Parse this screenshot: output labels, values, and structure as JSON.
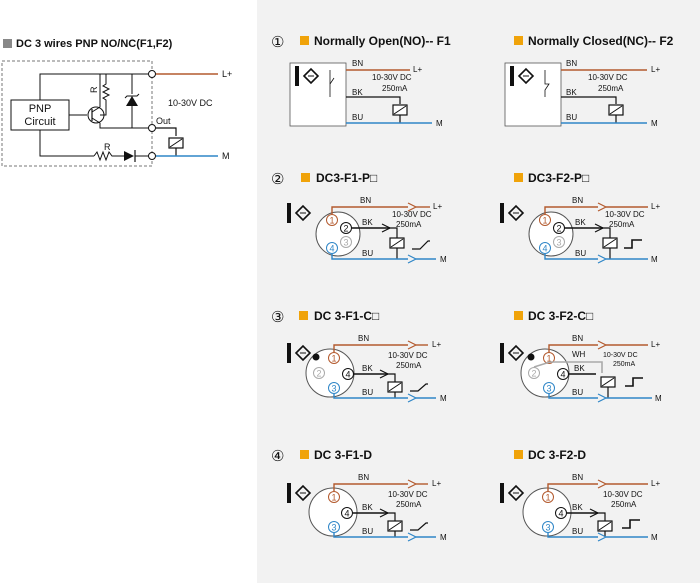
{
  "left_panel": {
    "title": "DC 3 wires PNP NO/NC(F1,F2)",
    "pnp_line1": "PNP",
    "pnp_line2": "Circuit",
    "r1": "R",
    "r2": "R",
    "out": "Out",
    "voltage": "10-30V DC",
    "l_plus": "L+",
    "m": "M"
  },
  "sections": [
    {
      "num": "①",
      "left": {
        "title": "Normally Open(NO)-- F1",
        "bn": "BN",
        "bk": "BK",
        "bu": "BU",
        "v": "10-30V DC",
        "ma": "250mA",
        "lp": "L+",
        "m": "M"
      },
      "right": {
        "title": "Normally Closed(NC)-- F2",
        "bn": "BN",
        "bk": "BK",
        "bu": "BU",
        "v": "10-30V DC",
        "ma": "250mA",
        "lp": "L+",
        "m": "M"
      }
    },
    {
      "num": "②",
      "left": {
        "title": "DC3-F1-P□",
        "bn": "BN",
        "bk": "BK",
        "bu": "BU",
        "v": "10-30V DC",
        "ma": "250mA",
        "lp": "L+",
        "m": "M",
        "p1": "1",
        "p2": "2",
        "p3": "3",
        "p4": "4"
      },
      "right": {
        "title": "DC3-F2-P□",
        "bn": "BN",
        "bk": "BK",
        "bu": "BU",
        "v": "10-30V DC",
        "ma": "250mA",
        "lp": "L+",
        "m": "M",
        "p1": "1",
        "p2": "2",
        "p3": "3",
        "p4": "4"
      }
    },
    {
      "num": "③",
      "left": {
        "title": "DC 3-F1-C□",
        "bn": "BN",
        "bk": "BK",
        "bu": "BU",
        "v": "10-30V DC",
        "ma": "250mA",
        "lp": "L+",
        "m": "M",
        "p1": "1",
        "p2": "2",
        "p3": "3",
        "p4": "4"
      },
      "right": {
        "title": "DC 3-F2-C□",
        "bn": "BN",
        "wh": "WH",
        "bk": "BK",
        "bu": "BU",
        "v": "10-30V DC",
        "ma": "250mA",
        "lp": "L+",
        "m": "M",
        "p1": "1",
        "p2": "2",
        "p3": "3",
        "p4": "4"
      }
    },
    {
      "num": "④",
      "left": {
        "title": "DC 3-F1-D",
        "bn": "BN",
        "bk": "BK",
        "bu": "BU",
        "v": "10-30V DC",
        "ma": "250mA",
        "lp": "L+",
        "m": "M",
        "p1": "1",
        "p3": "3",
        "p4": "4"
      },
      "right": {
        "title": "DC 3-F2-D",
        "bn": "BN",
        "bk": "BK",
        "bu": "BU",
        "v": "10-30V DC",
        "ma": "250mA",
        "lp": "L+",
        "m": "M",
        "p1": "1",
        "p3": "3",
        "p4": "4"
      }
    }
  ],
  "colors": {
    "brown": "#b35a2e",
    "blue": "#2f86c7",
    "black": "#111111",
    "gray": "#aaaaaa",
    "orange": "#f0a30a",
    "panel": "#f2f2f2"
  }
}
